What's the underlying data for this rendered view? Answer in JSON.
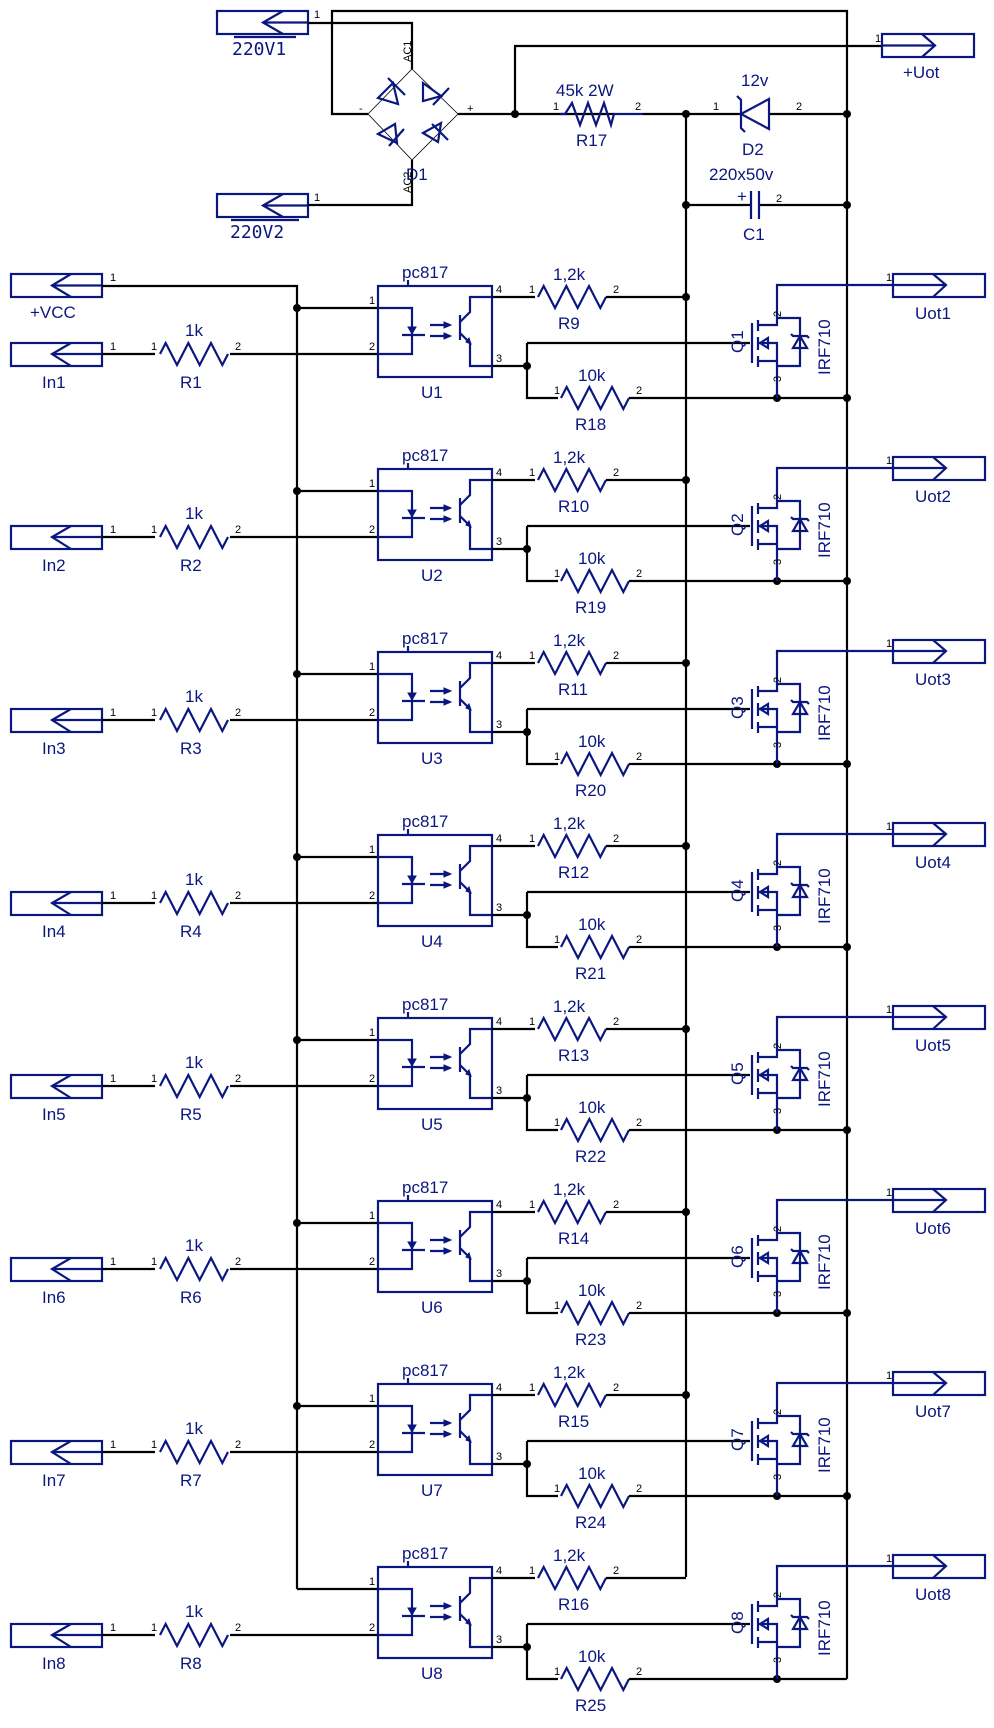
{
  "title": "8-channel optocoupler MOSFET output driver schematic",
  "colors": {
    "wire": "#000000",
    "symbol": "#0b1780",
    "background": "#ffffff"
  },
  "power": {
    "ac_inputs": [
      {
        "name": "220V1"
      },
      {
        "name": "220V2"
      }
    ],
    "bridge": {
      "ref": "D1",
      "pins": [
        "AC1",
        "AC2",
        "-",
        "+"
      ]
    },
    "dropper": {
      "ref": "R17",
      "value": "45k  2W"
    },
    "zener": {
      "ref": "D2",
      "value": "12v"
    },
    "cap": {
      "ref": "C1",
      "value": "220x50v",
      "polarity": "+"
    },
    "output": {
      "name": "+Uot"
    },
    "vcc": {
      "name": "+VCC"
    }
  },
  "pin_labels": {
    "p1": "1",
    "p2": "2",
    "p3": "3",
    "p4": "4"
  },
  "channels": [
    {
      "input": "In1",
      "r_in": "R1",
      "r_in_val": "1k",
      "opto": "U1",
      "opto_type": "pc817",
      "r_up": "R9",
      "r_up_val": "1,2k",
      "r_pd": "R18",
      "r_pd_val": "10k",
      "fet": "Q1",
      "fet_type": "IRF710",
      "output": "Uot1"
    },
    {
      "input": "In2",
      "r_in": "R2",
      "r_in_val": "1k",
      "opto": "U2",
      "opto_type": "pc817",
      "r_up": "R10",
      "r_up_val": "1,2k",
      "r_pd": "R19",
      "r_pd_val": "10k",
      "fet": "Q2",
      "fet_type": "IRF710",
      "output": "Uot2"
    },
    {
      "input": "In3",
      "r_in": "R3",
      "r_in_val": "1k",
      "opto": "U3",
      "opto_type": "pc817",
      "r_up": "R11",
      "r_up_val": "1,2k",
      "r_pd": "R20",
      "r_pd_val": "10k",
      "fet": "Q3",
      "fet_type": "IRF710",
      "output": "Uot3"
    },
    {
      "input": "In4",
      "r_in": "R4",
      "r_in_val": "1k",
      "opto": "U4",
      "opto_type": "pc817",
      "r_up": "R12",
      "r_up_val": "1,2k",
      "r_pd": "R21",
      "r_pd_val": "10k",
      "fet": "Q4",
      "fet_type": "IRF710",
      "output": "Uot4"
    },
    {
      "input": "In5",
      "r_in": "R5",
      "r_in_val": "1k",
      "opto": "U5",
      "opto_type": "pc817",
      "r_up": "R13",
      "r_up_val": "1,2k",
      "r_pd": "R22",
      "r_pd_val": "10k",
      "fet": "Q5",
      "fet_type": "IRF710",
      "output": "Uot5"
    },
    {
      "input": "In6",
      "r_in": "R6",
      "r_in_val": "1k",
      "opto": "U6",
      "opto_type": "pc817",
      "r_up": "R14",
      "r_up_val": "1,2k",
      "r_pd": "R23",
      "r_pd_val": "10k",
      "fet": "Q6",
      "fet_type": "IRF710",
      "output": "Uot6"
    },
    {
      "input": "In7",
      "r_in": "R7",
      "r_in_val": "1k",
      "opto": "U7",
      "opto_type": "pc817",
      "r_up": "R15",
      "r_up_val": "1,2k",
      "r_pd": "R24",
      "r_pd_val": "10k",
      "fet": "Q7",
      "fet_type": "IRF710",
      "output": "Uot7"
    },
    {
      "input": "In8",
      "r_in": "R8",
      "r_in_val": "1k",
      "opto": "U8",
      "opto_type": "pc817",
      "r_up": "R16",
      "r_up_val": "1,2k",
      "r_pd": "R25",
      "r_pd_val": "10k",
      "fet": "Q8",
      "fet_type": "IRF710",
      "output": "Uot8"
    }
  ]
}
